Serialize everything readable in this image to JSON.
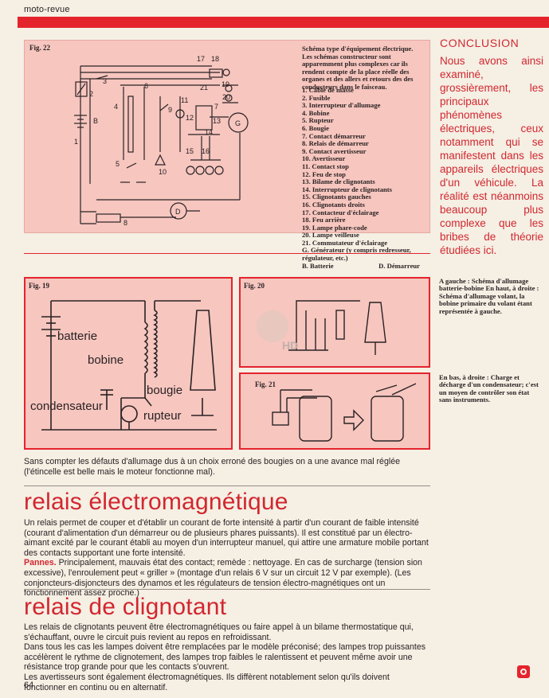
{
  "header": {
    "masthead": "moto-revue"
  },
  "colors": {
    "accent_red": "#e5232d",
    "figure_pink": "#f6c6bf",
    "text": "#2a2224"
  },
  "fig22": {
    "label": "Fig. 22",
    "caption": "Schéma type d'équipement électrique. Les schémas constructeur sont apparemment plus complexes car ils rendent compte de la place réelle des organes et des allers et retours des des conducteurs dans le faisceau.",
    "numbers": [
      "17",
      "18",
      "21",
      "19",
      "20",
      "3",
      "6",
      "7",
      "2",
      "B",
      "1",
      "4",
      "11",
      "9",
      "12",
      "13",
      "14",
      "5",
      "15",
      "16",
      "10",
      "8",
      "G",
      "D"
    ],
    "legend": [
      "1. Câble de masse",
      "2. Fusible",
      "3. Interrupteur d'allumage",
      "4. Bobine",
      "5. Rupteur",
      "6. Bougie",
      "7. Contact démarreur",
      "8. Relais de démarreur",
      "9. Contact avertisseur",
      "10. Avertisseur",
      "11. Contact stop",
      "12. Feu de stop",
      "13. Bilame de clignotants",
      "14. Interrupteur de clignotants",
      "15. Clignotants gauches",
      "16. Clignotants droits",
      "17. Contacteur d'éclairage",
      "18. Feu arrière",
      "19. Lampe phare-code",
      "20. Lampe veilleuse",
      "21. Commutateur d'éclairage",
      "G. Générateur (y compris redresseur, régulateur, etc.)"
    ],
    "legend_last_left": "B. Batterie",
    "legend_last_right": "D. Démarreur"
  },
  "conclusion": {
    "title": "CONCLUSION",
    "text": "Nous avons ainsi examiné, grossièrement, les principaux phénomènes électriques, ceux notamment qui se manifestent dans les appareils électriques d'un véhicule. La réalité est néanmoins beaucoup plus complexe que les bribes de théorie étudiées ici."
  },
  "fig19": {
    "label": "Fig. 19",
    "batterie": "batterie",
    "bobine": "bobine",
    "bougie": "bougie",
    "condensateur": "condensateur",
    "rupteur": "rupteur"
  },
  "fig20": {
    "label": "Fig. 20",
    "watermark": "HD"
  },
  "fig21": {
    "label": "Fig. 21"
  },
  "side_caption_top": "A gauche : Schéma d'allumage batterie-bobine En haut, à droite : Schéma d'allumage volant, la bobine primaire du volant étant représentée à gauche.",
  "side_caption_bottom": "En bas, à droite : Charge et décharge d'un condensateur; c'est un moyen de contrôler son état sans instruments.",
  "fig_caption": "Sans compter les défauts d'allumage dus à un choix erroné des bougies on a une avance mal réglée (l'étincelle est belle mais le moteur fonctionne mal).",
  "relais_electro": {
    "title": "relais électromagnétique",
    "para1": "Un relais permet de couper et d'établir un courant de forte intensité à partir d'un courant de faible intensité (courant d'alimentation d'un démarreur ou de plusieurs phares puissants). Il est constitué par un électro-aimant excité par le courant établi au moyen d'un interrupteur manuel, qui attire une armature mobile portant des contacts supportant une forte intensité.",
    "pannes_label": "Pannes.",
    "pannes_text": " Principalement, mauvais état des contact; remède : nettoyage. En cas de surcharge (tension sion excessive), l'enroulement peut « griller » (montage d'un relais 6 V sur un circuit 12 V par exemple). (Les conjoncteurs-disjoncteurs des dynamos et les régulateurs de tension électro-magnétiques ont un fonctionnement assez proche.)"
  },
  "relais_clignotant": {
    "title": "relais de clignotant",
    "para1": "Les relais de clignotants peuvent être électromagnétiques ou faire appel à un bilame thermostatique qui, s'échauffant, ouvre le circuit puis revient au repos en refroidissant.",
    "para2": "Dans tous les cas les lampes doivent être remplacées par le modèle préconisé; des lampes trop puissantes accélèrent le rythme de clignotement, des lampes trop faibles le ralentissent et peuvent même avoir une résistance trop grande pour que les contacts s'ouvrent.",
    "para3": "Les avertisseurs sont également électromagnétiques. Ils diffèrent notablement selon qu'ils doivent fonctionner en continu ou en alternatif."
  },
  "page_number": "64"
}
